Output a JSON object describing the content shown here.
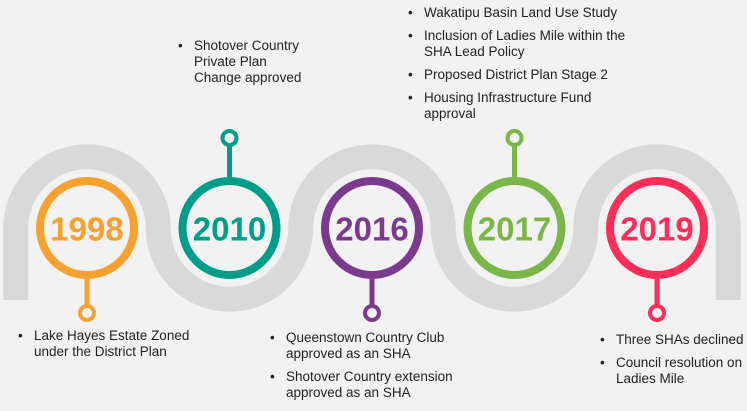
{
  "colors": {
    "background": "#f2f2f2",
    "road": "#d9d9d9",
    "c1998": "#f7a130",
    "c2010": "#009e89",
    "c2016": "#7b3a8d",
    "c2017": "#7ab648",
    "c2019": "#ff2d5a"
  },
  "milestones": [
    {
      "year": "1998",
      "color": "#f7a130",
      "items": [
        "Lake Hayes Estate Zoned under the District Plan"
      ]
    },
    {
      "year": "2010",
      "color": "#009e89",
      "items": [
        "Shotover Country Private Plan Change approved"
      ]
    },
    {
      "year": "2016",
      "color": "#7b3a8d",
      "items": [
        "Queenstown Country Club approved as an SHA",
        "Shotover Country extension approved as an SHA"
      ]
    },
    {
      "year": "2017",
      "color": "#7ab648",
      "items": [
        "Wakatipu Basin Land Use Study",
        "Inclusion of Ladies Mile within the SHA Lead Policy",
        "Proposed District Plan Stage 2",
        "Housing Infrastructure Fund approval"
      ]
    },
    {
      "year": "2019",
      "color": "#ff2d5a",
      "items": [
        "Three SHAs declined",
        "Council resolution on Ladies Mile"
      ]
    }
  ]
}
